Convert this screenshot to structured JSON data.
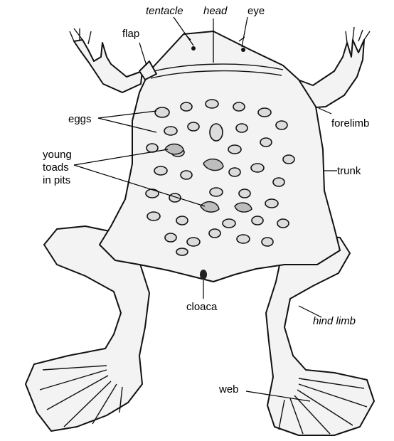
{
  "labels": {
    "tentacle": "tentacle",
    "head": "head",
    "eye": "eye",
    "flap": "flap",
    "eggs": "eggs",
    "forelimb": "forelimb",
    "young_1": "young",
    "young_2": "toads",
    "young_3": "in pits",
    "trunk": "trunk",
    "cloaca": "cloaca",
    "hind_limb": "hind limb",
    "web": "web"
  },
  "colors": {
    "ink": "#000000",
    "skin": "#f3f3f3",
    "egg_fill": "#dcdcdc"
  }
}
